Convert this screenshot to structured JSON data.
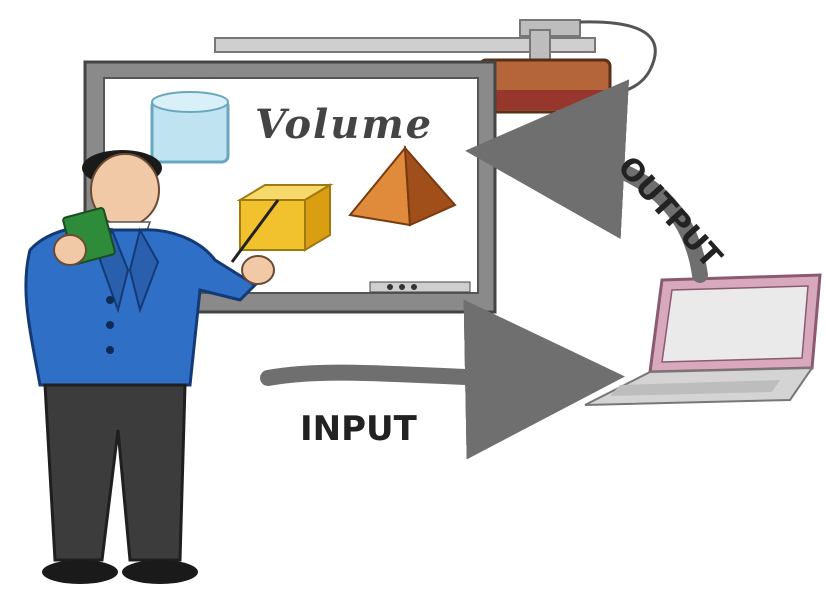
{
  "board": {
    "title": "Volume"
  },
  "labels": {
    "output": "OUTPUT",
    "input": "INPUT"
  },
  "colors": {
    "board_frame": "#8a8a8a",
    "board_surface": "#ffffff",
    "projector_body": "#b5653a",
    "cube": "#bfe3f0",
    "box": "#f2c12e",
    "pyramid": "#c8682a",
    "suit": "#2f6fc6",
    "trousers": "#3c3c3c",
    "arrow": "#6f6f6f",
    "laptop": "#d8a8bd"
  },
  "icons": {
    "projector": "projector-icon",
    "laptop": "laptop-icon",
    "teacher": "teacher-figure"
  }
}
